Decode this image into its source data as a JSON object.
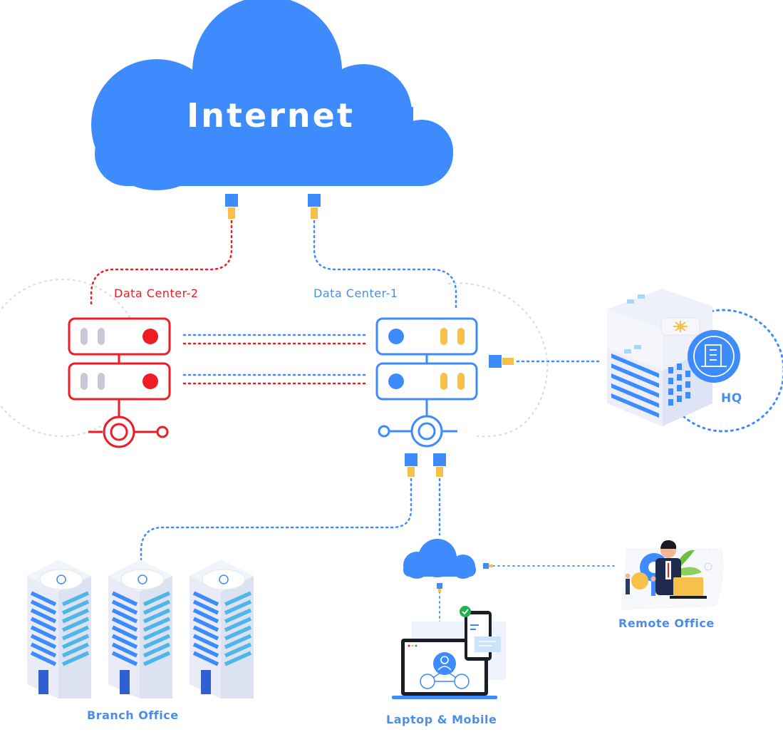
{
  "internet": {
    "label": "Internet"
  },
  "data_center_2": {
    "label": "Data Center-2"
  },
  "data_center_1": {
    "label": "Data Center-1"
  },
  "hq": {
    "label": "HQ"
  },
  "branch_office": {
    "label": "Branch Office"
  },
  "laptop_mobile": {
    "label": "Laptop & Mobile"
  },
  "remote_office": {
    "label": "Remote Office"
  },
  "colors": {
    "primary_blue": "#3d8bfd",
    "alert_red": "#ee1c25",
    "connector_yellow": "#f7c04a",
    "label_blue": "#4a8eea",
    "panel_gray": "#c7cad6"
  }
}
